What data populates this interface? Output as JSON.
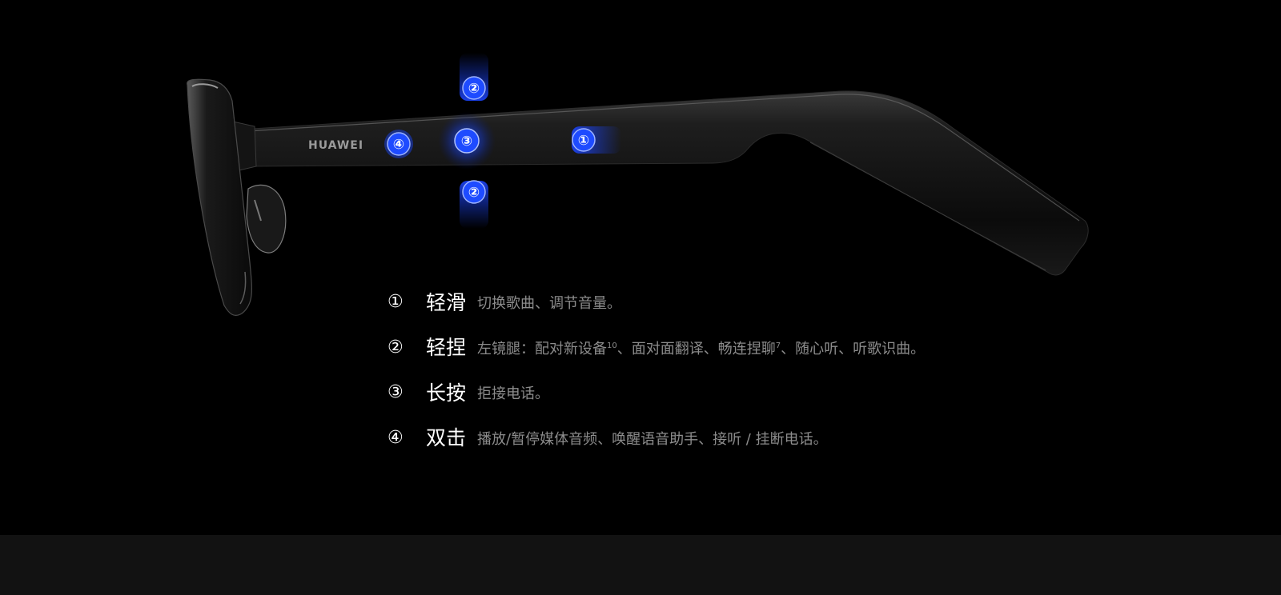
{
  "product": {
    "brand_label": "HUAWEI"
  },
  "markers": [
    {
      "number": "②",
      "name": "top-pinch"
    },
    {
      "number": "③",
      "name": "long-press"
    },
    {
      "number": "④",
      "name": "double-tap"
    },
    {
      "number": "①",
      "name": "slide"
    },
    {
      "number": "②",
      "name": "bottom-pinch"
    }
  ],
  "gestures": [
    {
      "number": "①",
      "title": "轻滑",
      "parts": [
        {
          "text": "切换歌曲、调节音量。"
        }
      ]
    },
    {
      "number": "②",
      "title": "轻捏",
      "parts": [
        {
          "text": "左镜腿：配对新设备"
        },
        {
          "sup": "10"
        },
        {
          "text": "、面对面翻译、畅连捏聊"
        },
        {
          "sup": "7"
        },
        {
          "text": "、随心听、听歌识曲。"
        }
      ]
    },
    {
      "number": "③",
      "title": "长按",
      "parts": [
        {
          "text": "拒接电话。"
        }
      ]
    },
    {
      "number": "④",
      "title": "双击",
      "parts": [
        {
          "text": "播放/暂停媒体音频、唤醒语音助手、接听 / 挂断电话。"
        }
      ]
    }
  ],
  "colors": {
    "background": "#000000",
    "footer_band": "#121212",
    "accent_blue": "#1f4dff",
    "title_text": "#ffffff",
    "description_text": "#8c8c8c"
  }
}
